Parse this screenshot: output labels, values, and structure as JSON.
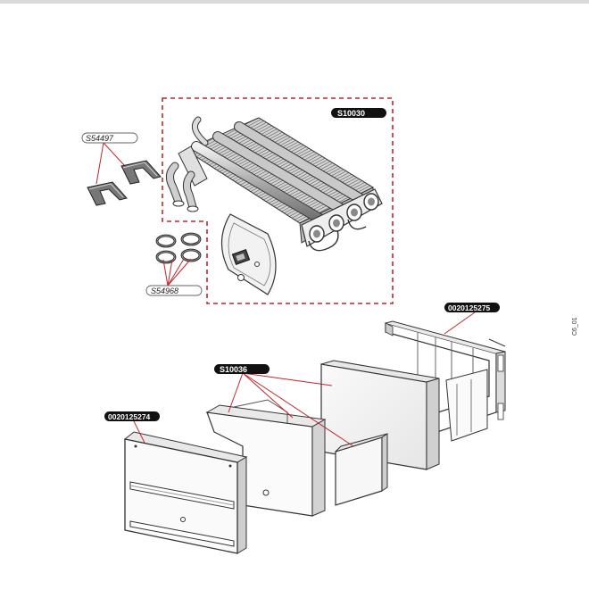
{
  "diagram": {
    "side_code": "C6_01",
    "callouts": {
      "heat_exchanger": "S10030",
      "clips": "S54497",
      "o_rings": "S54968",
      "insulation": "S10036",
      "front_panel": "0020125274",
      "combustion_chamber": "0020125275"
    },
    "colors": {
      "dashed_frame": "#c0272d",
      "leader_line": "#c0272d",
      "tag_dark": "#111111",
      "tag_light": "#ffffff",
      "stroke": "#333333"
    }
  }
}
